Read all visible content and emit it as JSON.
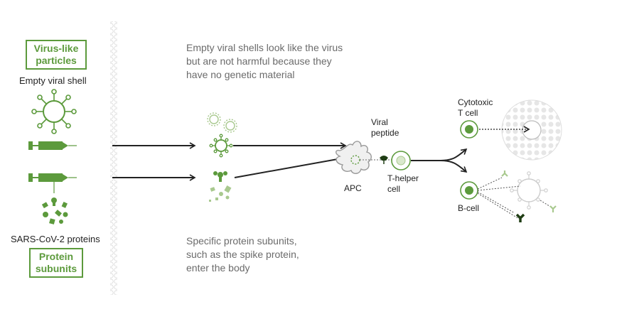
{
  "labels": {
    "vlp_box": [
      "Virus-like",
      "particles"
    ],
    "empty_shell": "Empty viral shell",
    "sars_proteins": "SARS-CoV-2 proteins",
    "protein_box": [
      "Protein",
      "subunits"
    ],
    "viral_peptide": [
      "Viral",
      "peptide"
    ],
    "apc": "APC",
    "t_helper": [
      "T-helper",
      "cell"
    ],
    "cytotoxic": [
      "Cytotoxic",
      "T cell"
    ],
    "b_cell": "B-cell"
  },
  "captions": {
    "top": [
      "Empty viral shells look like the virus",
      "but are not harmful because they",
      "have no genetic material"
    ],
    "bottom": [
      "Specific protein subunits,",
      "such as the spike protein,",
      "enter the body"
    ]
  },
  "colors": {
    "green": "#5c9a3c",
    "light_green": "#a9c98f",
    "dark": "#222222",
    "grey_text": "#6b6b6b",
    "cell_grey": "#cfcfcf"
  }
}
